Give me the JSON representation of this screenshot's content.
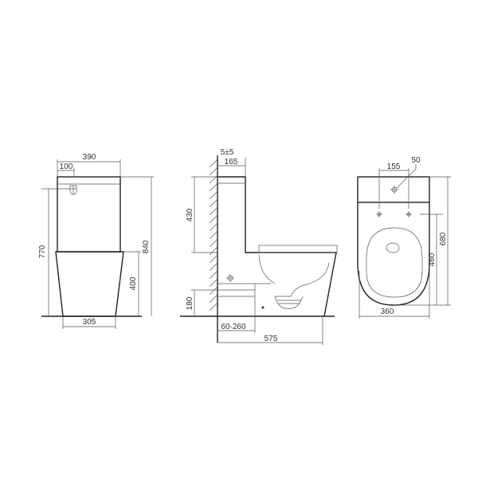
{
  "front_view": {
    "width_total": "390",
    "button_offset": "100",
    "button_height": "770",
    "total_height": "840",
    "bowl_height": "400",
    "base_width": "305"
  },
  "side_view": {
    "wall_gap": "5±5",
    "tank_depth": "165",
    "tank_height": "430",
    "outlet_height": "180",
    "outlet_offset": "60-260",
    "total_depth": "575"
  },
  "top_view": {
    "hole_spacing": "155",
    "button_diameter": "50",
    "total_length": "680",
    "seat_length": "460",
    "width": "360"
  },
  "colors": {
    "line": "#222222"
  }
}
